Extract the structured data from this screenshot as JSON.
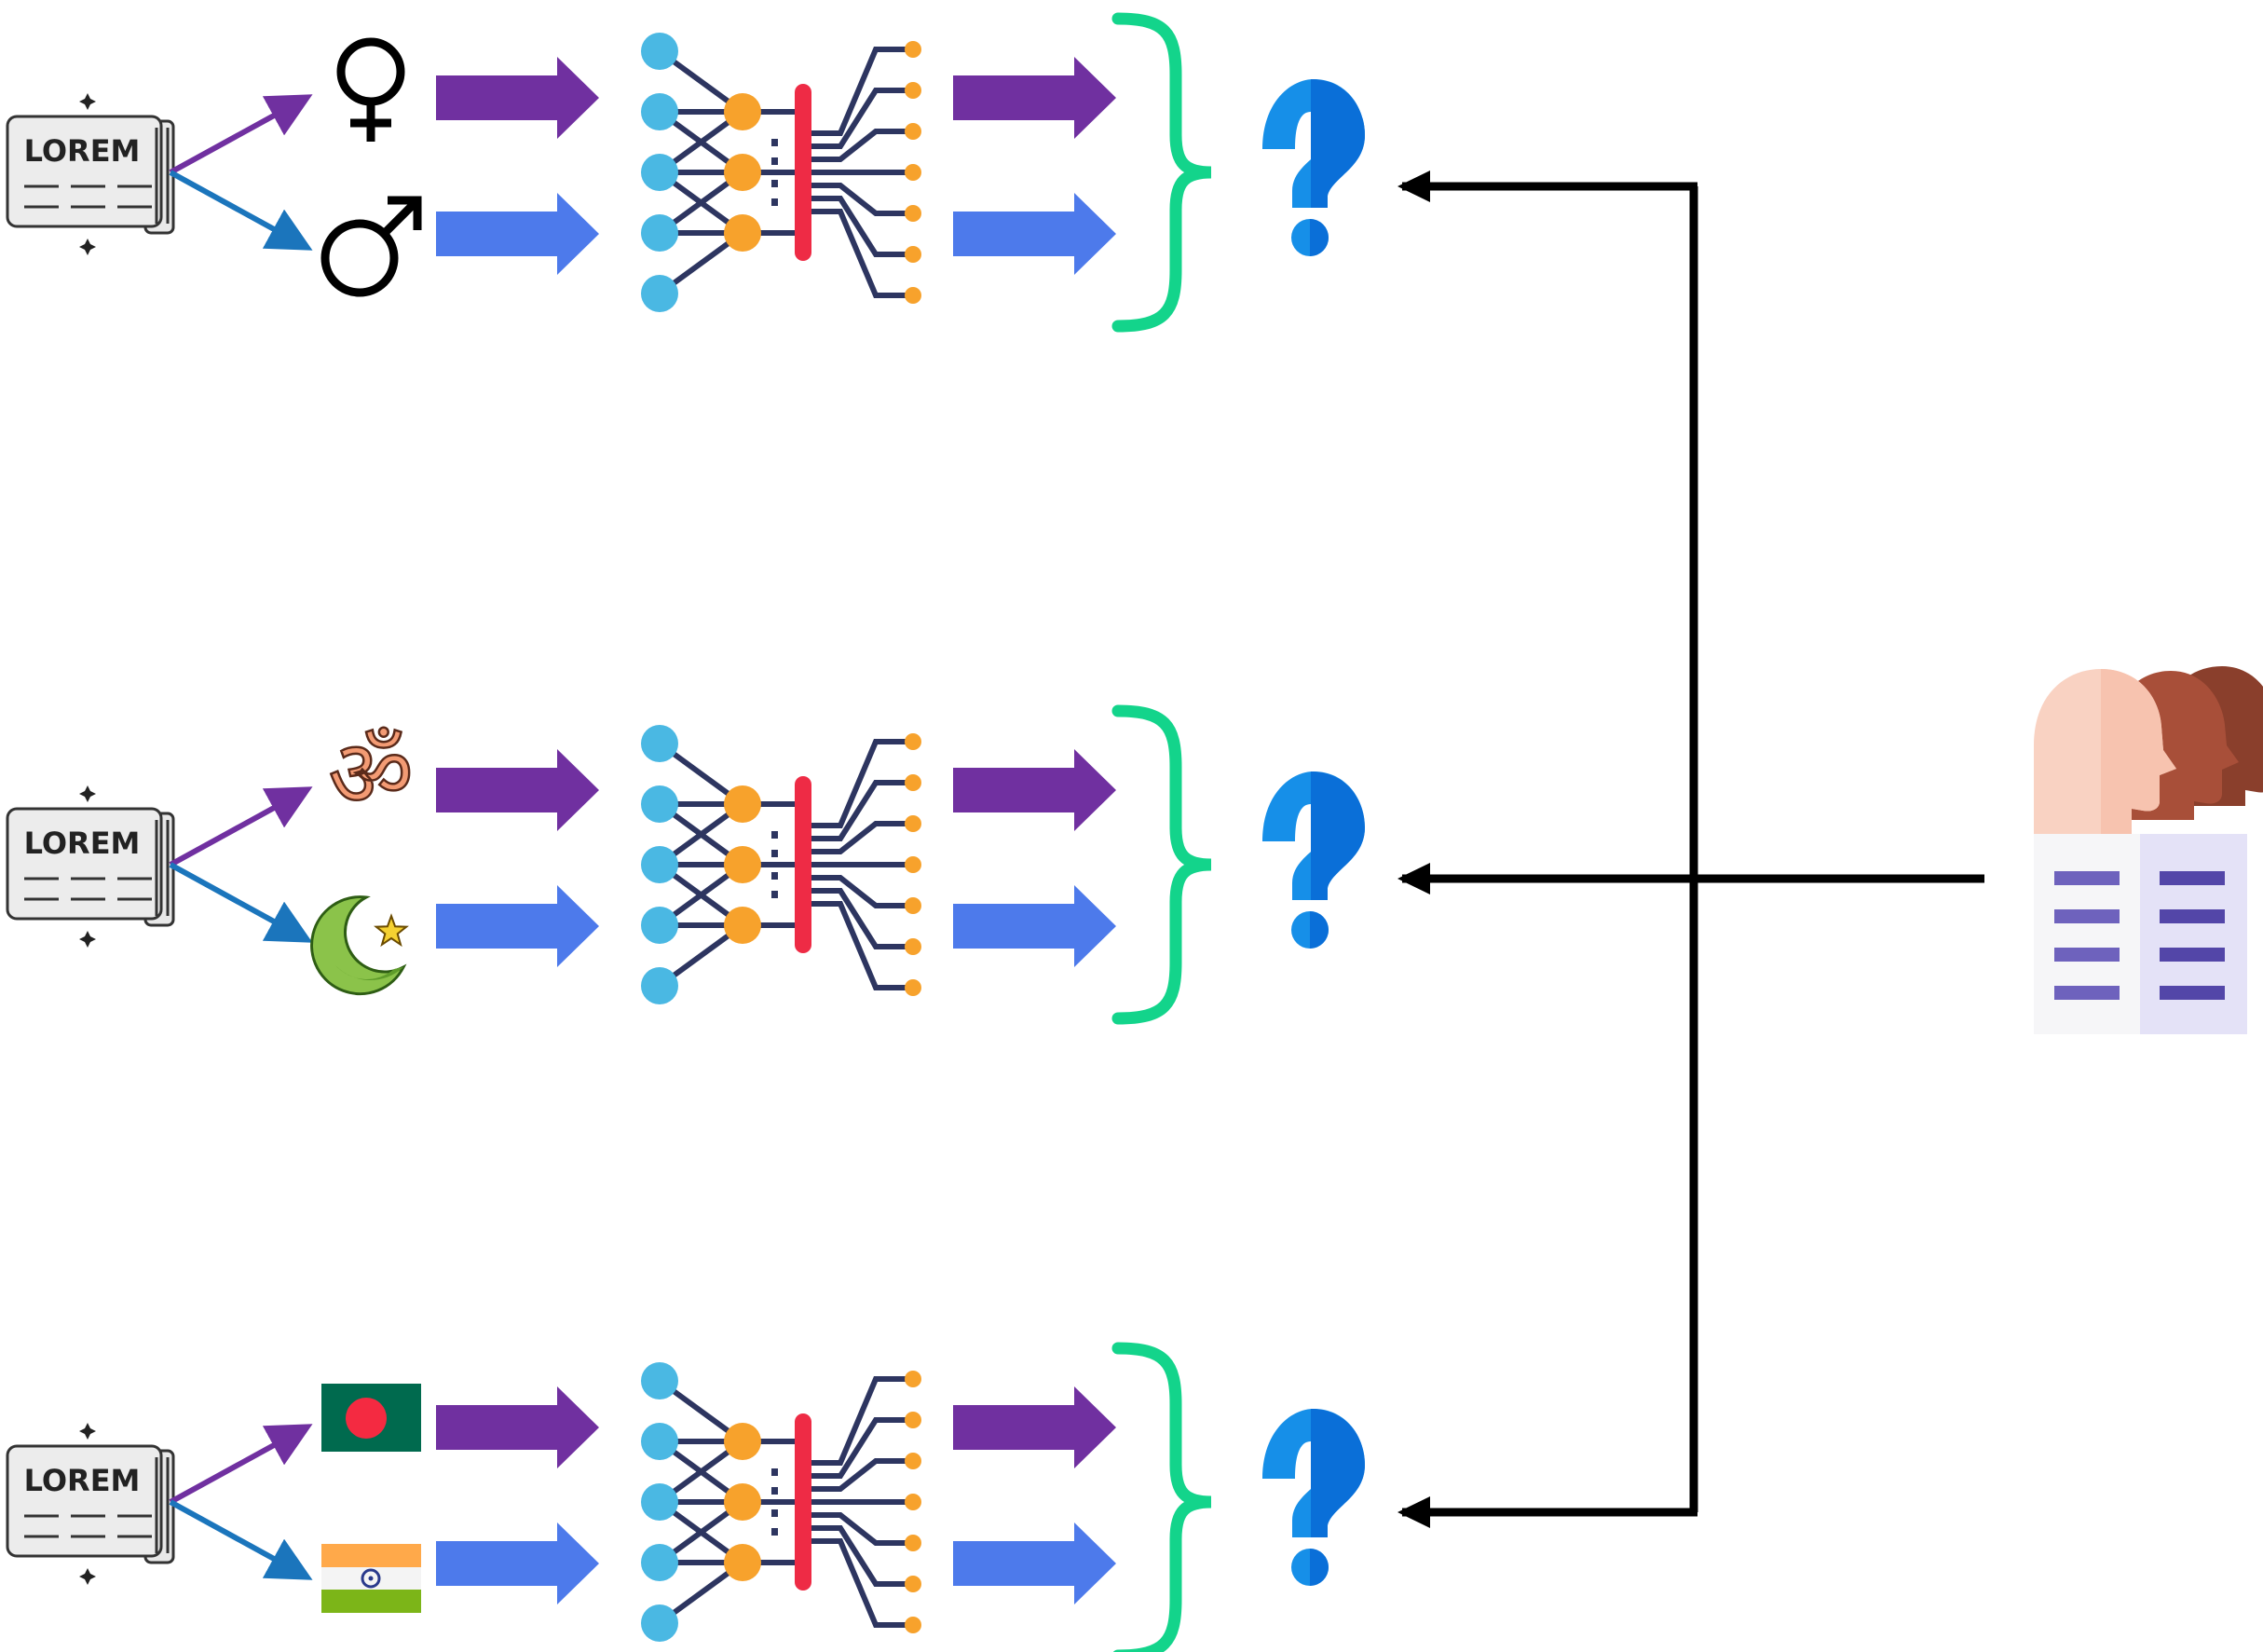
{
  "newspaper": {
    "label": "LOREM"
  },
  "rows": [
    {
      "id": "gender",
      "groups": [
        "female-symbol-icon",
        "male-symbol-icon"
      ]
    },
    {
      "id": "religion",
      "groups": [
        "om-symbol-icon",
        "crescent-star-icon"
      ]
    },
    {
      "id": "nation",
      "groups": [
        "bangladesh-flag-icon",
        "india-flag-icon"
      ]
    }
  ],
  "glyphs": {
    "female": "♀",
    "male": "♂",
    "om": "ॐ",
    "star": "★",
    "question": "?"
  },
  "colors": {
    "purple": "#7030a0",
    "blue": "#4d7aeb",
    "node_blue": "#4ab8e3",
    "node_orange": "#f7a22c",
    "bar_red": "#ee2b45",
    "wire_navy": "#2d3560",
    "brace_green": "#13d48b",
    "question_blue": "#168fe8",
    "question_dark": "#0a6fd8",
    "connector": "#000000"
  },
  "icons": [
    "newspaper-icon",
    "neural-network-icon",
    "question-mark-icon",
    "human-evaluators-icon"
  ]
}
